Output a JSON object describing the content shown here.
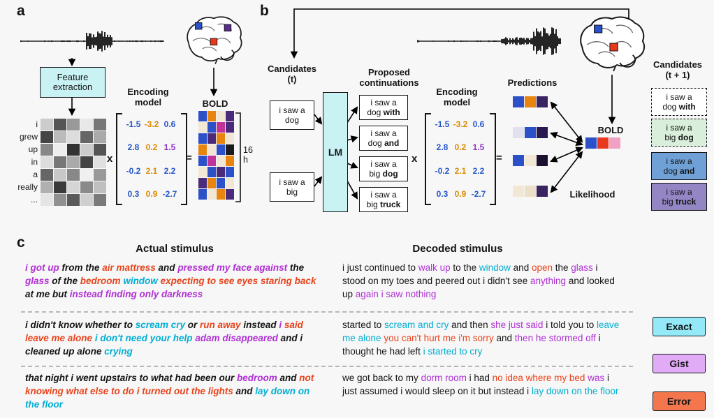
{
  "colors": {
    "exact": "#00aed2",
    "gist": "#b02fd4",
    "error": "#e8431c",
    "plain": "#141414",
    "blue": "#2757c8",
    "orange": "#dd8a00",
    "purple": "#8f36c9",
    "box_cyan": "#c9f2f4"
  },
  "encoding_matrix": [
    [
      {
        "v": "-1.5",
        "c": "blue"
      },
      {
        "v": "-3.2",
        "c": "orange"
      },
      {
        "v": "0.6",
        "c": "blue"
      }
    ],
    [
      {
        "v": "2.8",
        "c": "blue"
      },
      {
        "v": "0.2",
        "c": "orange"
      },
      {
        "v": "1.5",
        "c": "purple"
      }
    ],
    [
      {
        "v": "-0.2",
        "c": "blue"
      },
      {
        "v": "2.1",
        "c": "orange"
      },
      {
        "v": "2.2",
        "c": "blue"
      }
    ],
    [
      {
        "v": "0.3",
        "c": "blue"
      },
      {
        "v": "0.9",
        "c": "orange"
      },
      {
        "v": "-2.7",
        "c": "blue"
      }
    ]
  ],
  "panel_a": {
    "label": "a",
    "feature_extraction_label": "Feature extraction",
    "feature_word_labels": [
      "i",
      "grew",
      "up",
      "in",
      "a",
      "really",
      "..."
    ],
    "feature_grid": [
      [
        "#cccccc",
        "#555555",
        "#999999",
        "#e8e8e8",
        "#777777"
      ],
      [
        "#444444",
        "#bbbbbb",
        "#dddddd",
        "#666666",
        "#aaaaaa"
      ],
      [
        "#888888",
        "#eeeeee",
        "#333333",
        "#cccccc",
        "#555555"
      ],
      [
        "#dddddd",
        "#777777",
        "#aaaaaa",
        "#444444",
        "#e0e0e0"
      ],
      [
        "#666666",
        "#c8c8c8",
        "#888888",
        "#f0f0f0",
        "#999999"
      ],
      [
        "#b0b0b0",
        "#3a3a3a",
        "#d5d5d5",
        "#8a8a8a",
        "#c0c0c0"
      ],
      [
        "#e5e5e5",
        "#909090",
        "#5a5a5a",
        "#cfcfcf",
        "#7a7a7a"
      ]
    ],
    "multiply_symbol": "x",
    "equals_symbol": "=",
    "encoding_model_label": [
      "Encoding",
      "model"
    ],
    "bold_label": "BOLD",
    "duration_label": "16 h",
    "bold_grid": [
      [
        "#2b50c8",
        "#e8850f",
        "#f2e7d4",
        "#4a2a7a"
      ],
      [
        "#f2e7d4",
        "#2b50c8",
        "#c03398",
        "#4a2a7a"
      ],
      [
        "#2b50c8",
        "#4a2a7a",
        "#e8850f",
        "#f2e7d4"
      ],
      [
        "#e8850f",
        "#f2e7d4",
        "#2b50c8",
        "#1c1c1c"
      ],
      [
        "#2b50c8",
        "#c03398",
        "#f2e7d4",
        "#e8850f"
      ],
      [
        "#f2e7d4",
        "#2b50c8",
        "#4a2a7a",
        "#2b50c8"
      ],
      [
        "#4a2a7a",
        "#e8850f",
        "#2b50c8",
        "#f2e7d4"
      ],
      [
        "#2b50c8",
        "#f2e7d4",
        "#e8850f",
        "#4a2a7a"
      ]
    ]
  },
  "panel_b": {
    "label": "b",
    "candidates_t_label": [
      "Candidates",
      "(t)"
    ],
    "candidates": [
      {
        "line1": "i saw a",
        "line2": [
          {
            "t": "dog"
          }
        ]
      },
      {
        "line1": "i saw a",
        "line2": [
          {
            "t": "big"
          }
        ]
      }
    ],
    "lm_label": "LM",
    "proposed_continuations_label": [
      "Proposed",
      "continuations"
    ],
    "continuations": [
      {
        "line1": "i saw a",
        "line2": [
          {
            "t": "dog "
          },
          {
            "t": "with",
            "b": true
          }
        ]
      },
      {
        "line1": "i saw a",
        "line2": [
          {
            "t": "dog "
          },
          {
            "t": "and",
            "b": true
          }
        ]
      },
      {
        "line1": "i saw a",
        "line2": [
          {
            "t": "big "
          },
          {
            "t": "dog",
            "b": true
          }
        ]
      },
      {
        "line1": "i saw a",
        "line2": [
          {
            "t": "big "
          },
          {
            "t": "truck",
            "b": true
          }
        ]
      }
    ],
    "multiply_symbol": "x",
    "equals_symbol": "=",
    "encoding_model_label": [
      "Encoding",
      "model"
    ],
    "predictions_label": "Predictions",
    "prediction_rows": [
      [
        "#2b50c8",
        "#e8850f",
        "#3a2460"
      ],
      [
        "#e3e0f0",
        "#2b50c8",
        "#2a1850"
      ],
      [
        "#2b50c8",
        "#f2e7d4",
        "#1c1030"
      ],
      [
        "#f2e7d4",
        "#ecdfc8",
        "#3a2460"
      ]
    ],
    "bold_label": "BOLD",
    "bold_vector": [
      "#2b50c8",
      "#e8391f",
      "#f0a0c4"
    ],
    "likelihood_label": "Likelihood",
    "candidates_t1_label": [
      "Candidates",
      "(t + 1)"
    ],
    "candidates_t1": [
      {
        "line1": "i saw a",
        "line2": [
          {
            "t": "dog "
          },
          {
            "t": "with",
            "b": true
          }
        ],
        "bg": "#ffffff",
        "border": "dashed"
      },
      {
        "line1": "i saw a",
        "line2": [
          {
            "t": "big "
          },
          {
            "t": "dog",
            "b": true
          }
        ],
        "bg": "#d9efdb",
        "border": "dashed"
      },
      {
        "line1": "i saw a",
        "line2": [
          {
            "t": "dog "
          },
          {
            "t": "and",
            "b": true
          }
        ],
        "bg": "#6fa0d6",
        "border": "solid"
      },
      {
        "line1": "i saw a",
        "line2": [
          {
            "t": "big "
          },
          {
            "t": "truck",
            "b": true
          }
        ],
        "bg": "#9486c5",
        "border": "solid"
      }
    ]
  },
  "panel_c": {
    "label": "c",
    "actual_header": "Actual stimulus",
    "decoded_header": "Decoded stimulus",
    "rows": [
      {
        "actual": [
          {
            "t": "i got up",
            "c": "gist"
          },
          {
            "t": " from the ",
            "c": "plain"
          },
          {
            "t": "air mattress",
            "c": "error"
          },
          {
            "t": " and ",
            "c": "plain"
          },
          {
            "t": "pressed my face against",
            "c": "gist"
          },
          {
            "t": " the ",
            "c": "plain"
          },
          {
            "t": "glass",
            "c": "gist"
          },
          {
            "t": " of the ",
            "c": "plain"
          },
          {
            "t": "bedroom",
            "c": "error"
          },
          {
            "t": " ",
            "c": "plain"
          },
          {
            "t": "window",
            "c": "exact"
          },
          {
            "t": " ",
            "c": "plain"
          },
          {
            "t": "expecting to see eyes staring back",
            "c": "error"
          },
          {
            "t": " at me but ",
            "c": "plain"
          },
          {
            "t": "instead finding only darkness",
            "c": "gist"
          }
        ],
        "decoded": [
          {
            "t": "i just continued to ",
            "c": "plain"
          },
          {
            "t": "walk up",
            "c": "gist"
          },
          {
            "t": " to the ",
            "c": "plain"
          },
          {
            "t": "window",
            "c": "exact"
          },
          {
            "t": " and ",
            "c": "plain"
          },
          {
            "t": "open",
            "c": "error"
          },
          {
            "t": " the ",
            "c": "plain"
          },
          {
            "t": "glass",
            "c": "gist"
          },
          {
            "t": " i stood on my toes and peered out i didn't see ",
            "c": "plain"
          },
          {
            "t": "anything",
            "c": "gist"
          },
          {
            "t": " and looked up ",
            "c": "plain"
          },
          {
            "t": "again i saw nothing",
            "c": "gist"
          }
        ]
      },
      {
        "actual": [
          {
            "t": "i didn't know whether to ",
            "c": "plain"
          },
          {
            "t": "scream cry",
            "c": "exact"
          },
          {
            "t": " or ",
            "c": "plain"
          },
          {
            "t": "run away",
            "c": "error"
          },
          {
            "t": " instead ",
            "c": "plain"
          },
          {
            "t": "i",
            "c": "gist"
          },
          {
            "t": " ",
            "c": "plain"
          },
          {
            "t": "said leave me alone",
            "c": "error"
          },
          {
            "t": " ",
            "c": "plain"
          },
          {
            "t": "i don't need your help",
            "c": "exact"
          },
          {
            "t": " ",
            "c": "plain"
          },
          {
            "t": "adam disappeared",
            "c": "gist"
          },
          {
            "t": " and i cleaned up alone ",
            "c": "plain"
          },
          {
            "t": "crying",
            "c": "exact"
          }
        ],
        "decoded": [
          {
            "t": "started to ",
            "c": "plain"
          },
          {
            "t": "scream and cry",
            "c": "exact"
          },
          {
            "t": " and then ",
            "c": "plain"
          },
          {
            "t": "she just said",
            "c": "gist"
          },
          {
            "t": " i told you to ",
            "c": "plain"
          },
          {
            "t": "leave me alone",
            "c": "exact"
          },
          {
            "t": " ",
            "c": "plain"
          },
          {
            "t": "you can't hurt me i'm sorry",
            "c": "error"
          },
          {
            "t": " and ",
            "c": "plain"
          },
          {
            "t": "then he stormed off",
            "c": "gist"
          },
          {
            "t": " i thought he had left ",
            "c": "plain"
          },
          {
            "t": "i started to cry",
            "c": "exact"
          }
        ]
      },
      {
        "actual": [
          {
            "t": "that night i went upstairs to what had been our ",
            "c": "plain"
          },
          {
            "t": "bedroom",
            "c": "gist"
          },
          {
            "t": " and ",
            "c": "plain"
          },
          {
            "t": "not knowing what else to do i turned out the lights",
            "c": "error"
          },
          {
            "t": " and ",
            "c": "plain"
          },
          {
            "t": "lay down on the floor",
            "c": "exact"
          }
        ],
        "decoded": [
          {
            "t": "we got back to my ",
            "c": "plain"
          },
          {
            "t": "dorm room",
            "c": "gist"
          },
          {
            "t": " i had ",
            "c": "plain"
          },
          {
            "t": "no idea where my bed",
            "c": "error"
          },
          {
            "t": " ",
            "c": "plain"
          },
          {
            "t": "was",
            "c": "gist"
          },
          {
            "t": " i just assumed i would sleep on it but instead i ",
            "c": "plain"
          },
          {
            "t": "lay down on the floor",
            "c": "exact"
          }
        ]
      }
    ],
    "legend": [
      {
        "label": "Exact",
        "bg": "#93e9f7"
      },
      {
        "label": "Gist",
        "bg": "#e2abf7"
      },
      {
        "label": "Error",
        "bg": "#f3764d"
      }
    ]
  }
}
